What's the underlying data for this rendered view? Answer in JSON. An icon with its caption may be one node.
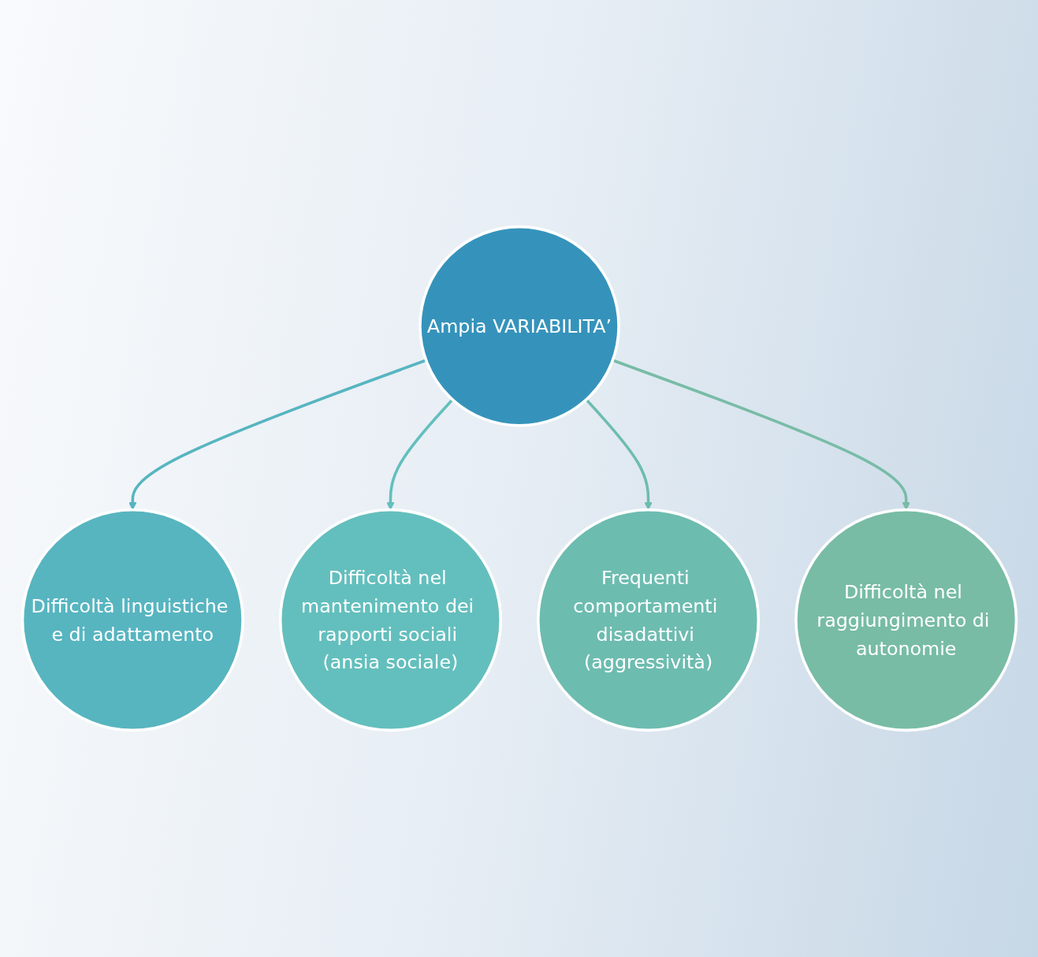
{
  "diagram": {
    "nodes": [
      {
        "text": [
          "Difficoltà linguistiche e di adattamento"
        ]
      },
      {
        "text": [
          "Difficoltà nel raggiungimento di autonomie"
        ]
      },
      {
        "text": [
          "Ampia VARIABILITA’"
        ]
      },
      {
        "text": [
          "Difficoltà nel mantenimento dei rapporti sociali (ansia sociale)"
        ]
      },
      {
        "text": [
          "Frequenti comportamenti disadattivi (aggressività)"
        ]
      }
    ],
    "edges": [
      {
        "from": 2,
        "to": 0,
        "arrow": "to",
        "color": "#57b5c0"
      },
      {
        "from": 2,
        "to": 3,
        "arrow": "to",
        "color": "#63bfbd"
      },
      {
        "from": 2,
        "to": 4,
        "arrow": "to",
        "color": "#6dbcb0"
      },
      {
        "from": 2,
        "to": 1,
        "arrow": "to",
        "color": "#78bca6"
      }
    ]
  }
}
